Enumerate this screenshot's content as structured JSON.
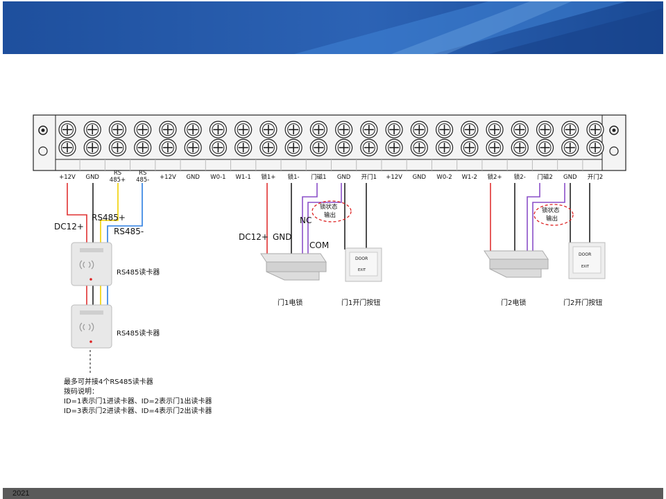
{
  "terminals": [
    "+12V",
    "GND",
    "RS 485+",
    "RS 485-",
    "+12V",
    "GND",
    "W0-1",
    "W1-1",
    "锁1+",
    "锁1-",
    "门磁1",
    "GND",
    "开门1",
    "+12V",
    "GND",
    "W0-2",
    "W1-2",
    "锁2+",
    "锁2-",
    "门磁2",
    "GND",
    "开门2"
  ],
  "wire_labels": {
    "dc12_left": "DC12+",
    "rs485_plus": "RS485+",
    "rs485_minus": "RS485-",
    "dc12_lock1": "DC12+",
    "gnd_lock1": "GND",
    "nc": "NC",
    "com": "COM"
  },
  "devices": {
    "reader1": "RS485读卡器",
    "reader2": "RS485读卡器",
    "lock1": "门1电锁",
    "button1": "门1开门按钮",
    "lock2": "门2电锁",
    "button2": "门2开门按钮",
    "door_text": "DOOR",
    "exit_text": "EXIT"
  },
  "status_bubble_1": [
    "锁状态",
    "输出"
  ],
  "status_bubble_2": [
    "锁状态",
    "输出"
  ],
  "notes": [
    "最多可并接4个RS485读卡器",
    "拨码说明：",
    "ID=1表示门1进读卡器、ID=2表示门1出读卡器",
    "ID=3表示门2进读卡器、ID=4表示门2出读卡器"
  ],
  "footer": {
    "year": "2021"
  },
  "colors": {
    "banner_dark": "#1f4f9c",
    "banner_light": "#3e82d4",
    "red": "#e03030",
    "yellow": "#f0d000",
    "blue": "#2a7de1",
    "purple": "#8a4fc8"
  }
}
